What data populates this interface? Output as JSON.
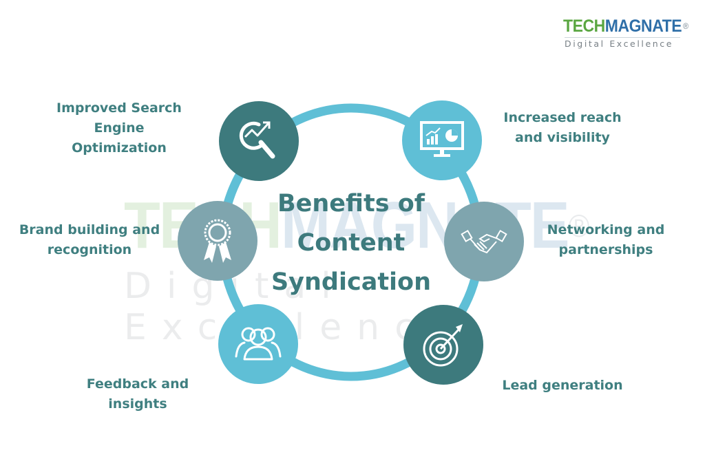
{
  "logo": {
    "brand_part1": "TECH",
    "brand_part2": "MAGNATE",
    "registered_mark": "®",
    "tagline": "Digital Excellence",
    "colors": {
      "tech": "#5aa641",
      "magnate": "#2f6fa8",
      "tagline": "#777f85"
    }
  },
  "watermark": {
    "brand_part1": "TECH",
    "brand_part2": "MAGNATE",
    "registered_mark": "®",
    "tagline": "Digital Excellence"
  },
  "diagram": {
    "title": "Benefits of Content Syndication",
    "title_lines": [
      "Benefits of",
      "Content",
      "Syndication"
    ],
    "ring_color": "#5fbfd6",
    "nodes": [
      {
        "id": "seo",
        "icon": "search-trend-icon",
        "color": "#3d7a7d",
        "label_lines": [
          "Improved Search",
          "Engine",
          "Optimization"
        ]
      },
      {
        "id": "reach",
        "icon": "monitor-analytics-icon",
        "color": "#5fbfd6",
        "label_lines": [
          "Increased reach",
          "and visibility"
        ]
      },
      {
        "id": "networking",
        "icon": "handshake-icon",
        "color": "#7fa5ae",
        "label_lines": [
          "Networking and",
          "partnerships"
        ]
      },
      {
        "id": "lead",
        "icon": "target-arrow-icon",
        "color": "#3d7a7d",
        "label_lines": [
          "Lead generation"
        ]
      },
      {
        "id": "feedback",
        "icon": "people-group-icon",
        "color": "#5fbfd6",
        "label_lines": [
          "Feedback and",
          "insights"
        ]
      },
      {
        "id": "brand",
        "icon": "award-ribbon-icon",
        "color": "#7fa5ae",
        "label_lines": [
          "Brand building and",
          "recognition"
        ]
      }
    ]
  }
}
